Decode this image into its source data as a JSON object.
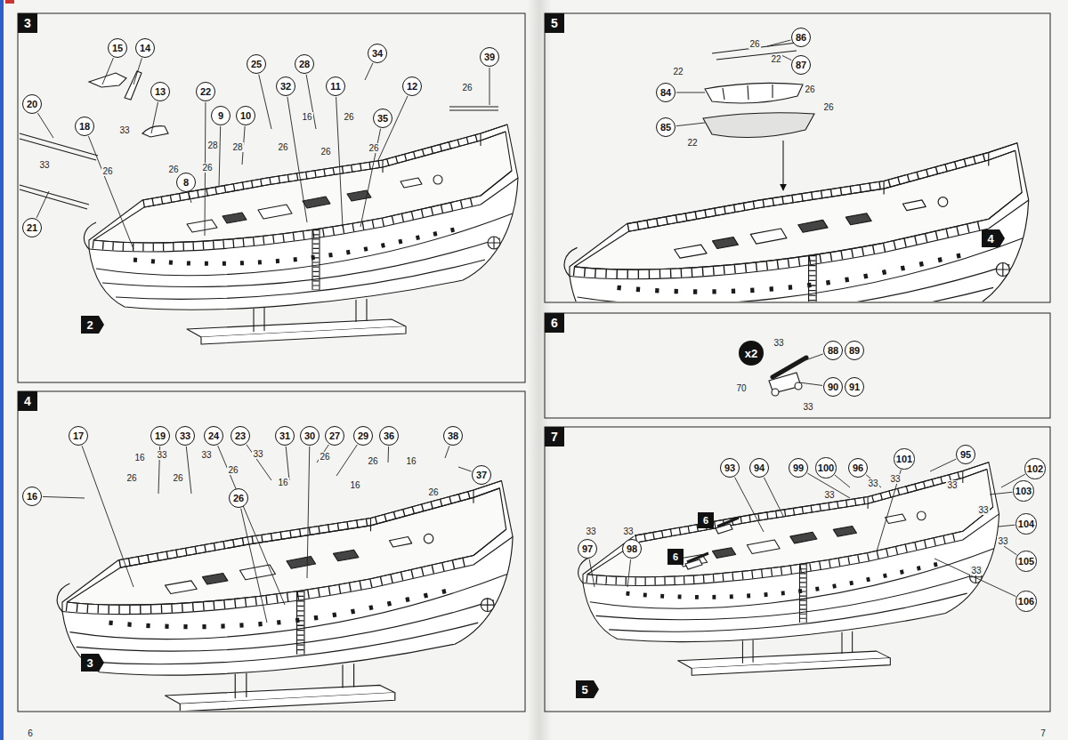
{
  "diagram": {
    "nodes": [
      {
        "text": [
          "3"
        ]
      },
      {
        "text": [
          "15"
        ]
      },
      {
        "text": [
          "14"
        ]
      },
      {
        "text": [
          "13"
        ]
      },
      {
        "text": [
          "20"
        ]
      },
      {
        "text": [
          "18"
        ]
      },
      {
        "text": [
          "21"
        ]
      },
      {
        "text": [
          "22"
        ]
      },
      {
        "text": [
          "9"
        ]
      },
      {
        "text": [
          "10"
        ]
      },
      {
        "text": [
          "8"
        ]
      },
      {
        "text": [
          "25"
        ]
      },
      {
        "text": [
          "32"
        ]
      },
      {
        "text": [
          "28"
        ]
      },
      {
        "text": [
          "11"
        ]
      },
      {
        "text": [
          "34"
        ]
      },
      {
        "text": [
          "35"
        ]
      },
      {
        "text": [
          "12"
        ]
      },
      {
        "text": [
          "39"
        ]
      },
      {
        "text": [
          "2"
        ]
      },
      {
        "text": [
          "4"
        ]
      },
      {
        "text": [
          "17"
        ]
      },
      {
        "text": [
          "19"
        ]
      },
      {
        "text": [
          "33"
        ]
      },
      {
        "text": [
          "24"
        ]
      },
      {
        "text": [
          "23"
        ]
      },
      {
        "text": [
          "31"
        ]
      },
      {
        "text": [
          "30"
        ]
      },
      {
        "text": [
          "27"
        ]
      },
      {
        "text": [
          "29"
        ]
      },
      {
        "text": [
          "36"
        ]
      },
      {
        "text": [
          "38"
        ]
      },
      {
        "text": [
          "37"
        ]
      },
      {
        "text": [
          "16"
        ]
      },
      {
        "text": [
          "26"
        ]
      },
      {
        "text": [
          "3"
        ]
      },
      {
        "text": [
          "5"
        ]
      },
      {
        "text": [
          "86"
        ]
      },
      {
        "text": [
          "87"
        ]
      },
      {
        "text": [
          "84"
        ]
      },
      {
        "text": [
          "85"
        ]
      },
      {
        "text": [
          "4"
        ]
      },
      {
        "text": [
          "6"
        ]
      },
      {
        "text": [
          "x2"
        ]
      },
      {
        "text": [
          "88"
        ]
      },
      {
        "text": [
          "89"
        ]
      },
      {
        "text": [
          "90"
        ]
      },
      {
        "text": [
          "91"
        ]
      },
      {
        "text": [
          "7"
        ]
      },
      {
        "text": [
          "93"
        ]
      },
      {
        "text": [
          "94"
        ]
      },
      {
        "text": [
          "99"
        ]
      },
      {
        "text": [
          "100"
        ]
      },
      {
        "text": [
          "96"
        ]
      },
      {
        "text": [
          "101"
        ]
      },
      {
        "text": [
          "95"
        ]
      },
      {
        "text": [
          "102"
        ]
      },
      {
        "text": [
          "103"
        ]
      },
      {
        "text": [
          "104"
        ]
      },
      {
        "text": [
          "105"
        ]
      },
      {
        "text": [
          "106"
        ]
      },
      {
        "text": [
          "97"
        ]
      },
      {
        "text": [
          "98"
        ]
      },
      {
        "text": [
          "6"
        ]
      },
      {
        "text": [
          "6"
        ]
      },
      {
        "text": [
          "5"
        ]
      }
    ],
    "labels": [
      "26",
      "33",
      "33",
      "26",
      "26",
      "26",
      "28",
      "28",
      "26",
      "16",
      "26",
      "26",
      "26",
      "33",
      "16",
      "26",
      "33",
      "26",
      "33",
      "26",
      "16",
      "26",
      "16",
      "26",
      "16",
      "26",
      "26",
      "22",
      "22",
      "26",
      "26",
      "22",
      "33",
      "70",
      "33",
      "33",
      "33",
      "33",
      "33",
      "33",
      "33",
      "33",
      "33",
      "33",
      "6",
      "7"
    ]
  }
}
